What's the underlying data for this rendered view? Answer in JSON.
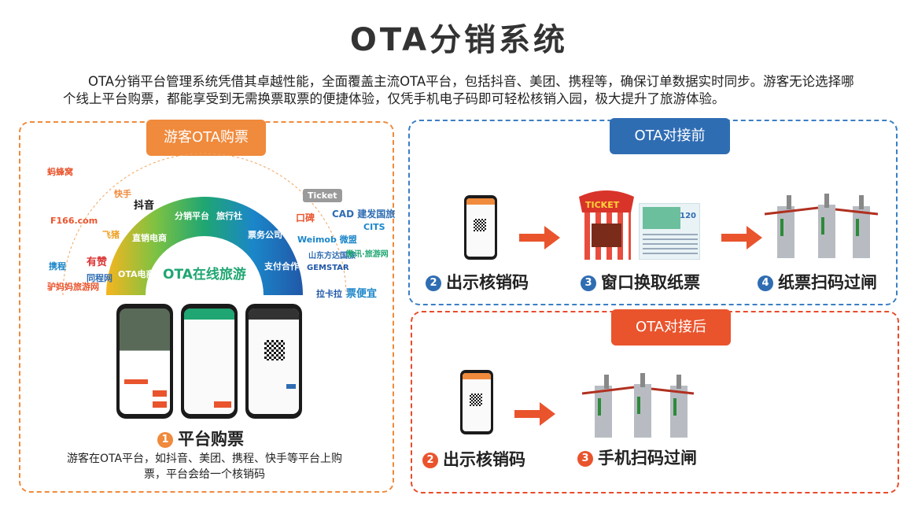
{
  "title": "OTA分销系统",
  "intro": "OTA分销平台管理系统凭借其卓越性能，全面覆盖主流OTA平台，包括抖音、美团、携程等，确保订单数据实时同步。游客无论选择哪个线上平台购票，都能享受到无需换票取票的便捷体验，仅凭手机电子码即可轻松核销入园，极大提升了旅游体验。",
  "left_panel": {
    "tag": "游客OTA购票",
    "center_label": "OTA在线旅游",
    "arc_labels": [
      "OTA电商",
      "直销电商",
      "分销平台",
      "旅行社",
      "票务公司",
      "支付合作方"
    ],
    "step_num": "1",
    "step_label": "平台购票",
    "description": "游客在OTA平台，如抖音、美团、携程、快手等平台上购票，平台会给一个核销码",
    "logos": [
      "蚂蜂窝",
      "快手",
      "抖音",
      "F166.com",
      "飞猪",
      "有赞",
      "同程网",
      "携程",
      "驴妈妈旅游网",
      "口碑",
      "CAD 建发国旅",
      "CITS",
      "Weimob 微盟",
      "山东方达国旅",
      "微讯·旅游网",
      "GEMSTAR",
      "拉卡拉",
      "票便宜",
      "Ticket"
    ]
  },
  "before_panel": {
    "tag": "OTA对接前",
    "steps": [
      {
        "num": "2",
        "label": "出示核销码"
      },
      {
        "num": "3",
        "label": "窗口换取纸票"
      },
      {
        "num": "4",
        "label": "纸票扫码过闸"
      }
    ],
    "booth_sign": "TICKET",
    "ticket_number": "120"
  },
  "after_panel": {
    "tag": "OTA对接后",
    "steps": [
      {
        "num": "2",
        "label": "出示核销码"
      },
      {
        "num": "3",
        "label": "手机扫码过闸"
      }
    ]
  },
  "colors": {
    "orange": "#f08a3c",
    "blue": "#2f6db3",
    "red": "#e9542d"
  }
}
